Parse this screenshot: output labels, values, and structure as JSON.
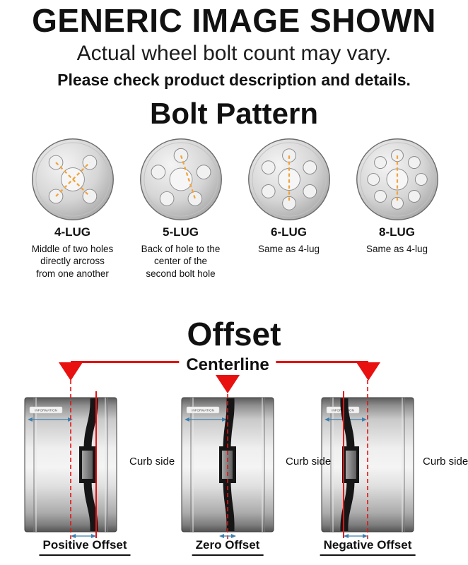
{
  "header": {
    "title": "GENERIC IMAGE SHOWN",
    "subtitle": "Actual wheel bolt count may vary.",
    "note": "Please check product description and details."
  },
  "bolt_pattern": {
    "title": "Bolt Pattern",
    "wheels": [
      {
        "label": "4-LUG",
        "lugs": 4,
        "description": "Middle of two holes directly arcross from one another"
      },
      {
        "label": "5-LUG",
        "lugs": 5,
        "description": "Back of hole to the center of the second bolt hole"
      },
      {
        "label": "6-LUG",
        "lugs": 6,
        "description": "Same as 4-lug"
      },
      {
        "label": "8-LUG",
        "lugs": 8,
        "description": "Same as 4-lug"
      }
    ]
  },
  "offset": {
    "title": "Offset",
    "centerline_label": "Centerline",
    "curb_side_label": "Curb side",
    "barrel_text": "INFORMATION",
    "diagrams": [
      {
        "label": "Positive Offset",
        "type": "positive"
      },
      {
        "label": "Zero Offset",
        "type": "zero"
      },
      {
        "label": "Negative Offset",
        "type": "negative"
      }
    ]
  },
  "colors": {
    "accent_red": "#e8110f",
    "measure_orange": "#f3a33a",
    "measure_blue": "#3f7fae"
  }
}
